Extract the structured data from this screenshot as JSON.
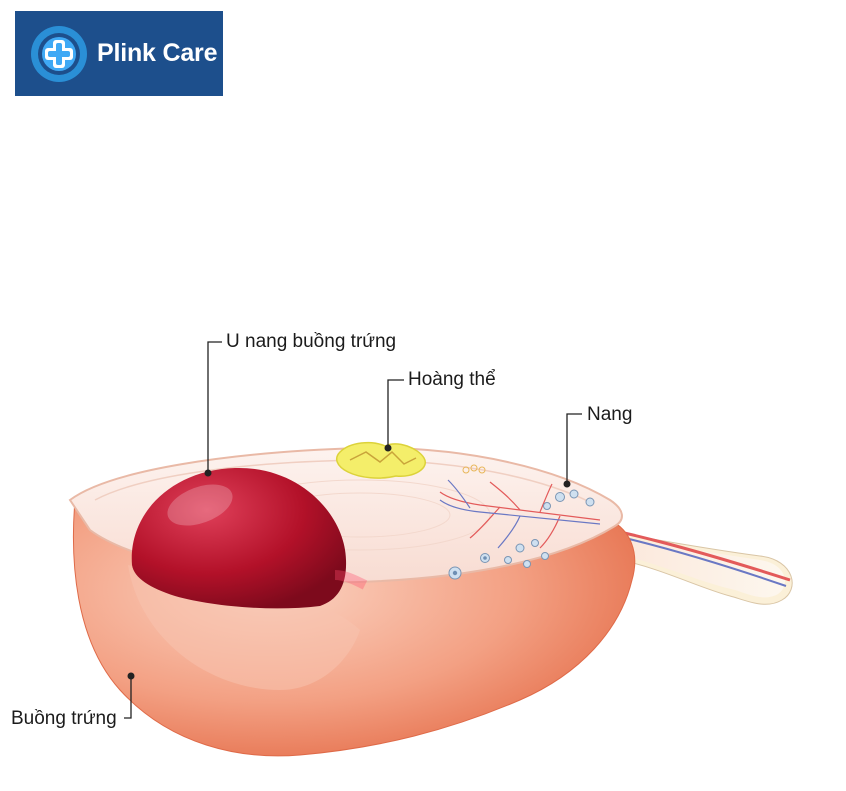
{
  "brand": {
    "name": "Plink Care",
    "colors": {
      "bg": "#1d4f8c",
      "icon": "#2a8fd6"
    }
  },
  "labels": {
    "cyst": "U nang buồng trứng",
    "corpus_luteum": "Hoàng thể",
    "follicle": "Nang",
    "ovary": "Buồng trứng"
  },
  "colors": {
    "ovary_body": "#f2a085",
    "ovary_edge": "#e36a45",
    "cut_surface": "#fbe9e3",
    "cyst": "#b01028",
    "corpus_luteum": "#f4ee6a",
    "vessel_red": "#e35a5a",
    "vessel_blue": "#6a78c4"
  }
}
